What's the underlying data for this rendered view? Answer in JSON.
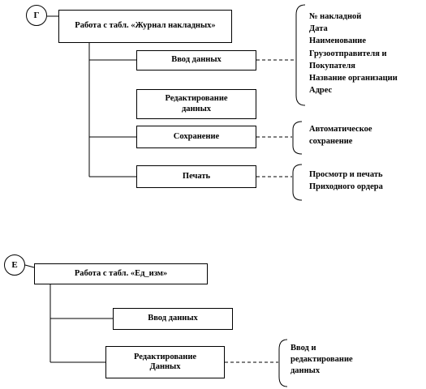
{
  "diagram_g": {
    "label": "Г",
    "title": "Работа с табл. «Журнал накладных»",
    "nodes": [
      {
        "key": "input",
        "label": "Ввод данных"
      },
      {
        "key": "edit",
        "label": "Редактирование данных"
      },
      {
        "key": "save",
        "label": "Сохранение"
      },
      {
        "key": "print",
        "label": "Печать"
      }
    ],
    "notes": {
      "input": [
        "№ накладной",
        "Дата",
        "Наименование",
        "Грузоотправителя и",
        "Покупателя",
        "Название организации",
        "Адрес"
      ],
      "save": [
        "Автоматическое",
        "сохранение"
      ],
      "print": [
        "Просмотр и печать",
        "Приходного  ордера"
      ]
    }
  },
  "diagram_e": {
    "label": "Е",
    "title": "Работа с табл. «Ед_изм»",
    "nodes": [
      {
        "key": "input",
        "label": "Ввод данных"
      },
      {
        "key": "edit",
        "label": "Редактирование Данных"
      }
    ],
    "notes": {
      "edit": [
        "Ввод и",
        "редактирование",
        "данных"
      ]
    }
  }
}
